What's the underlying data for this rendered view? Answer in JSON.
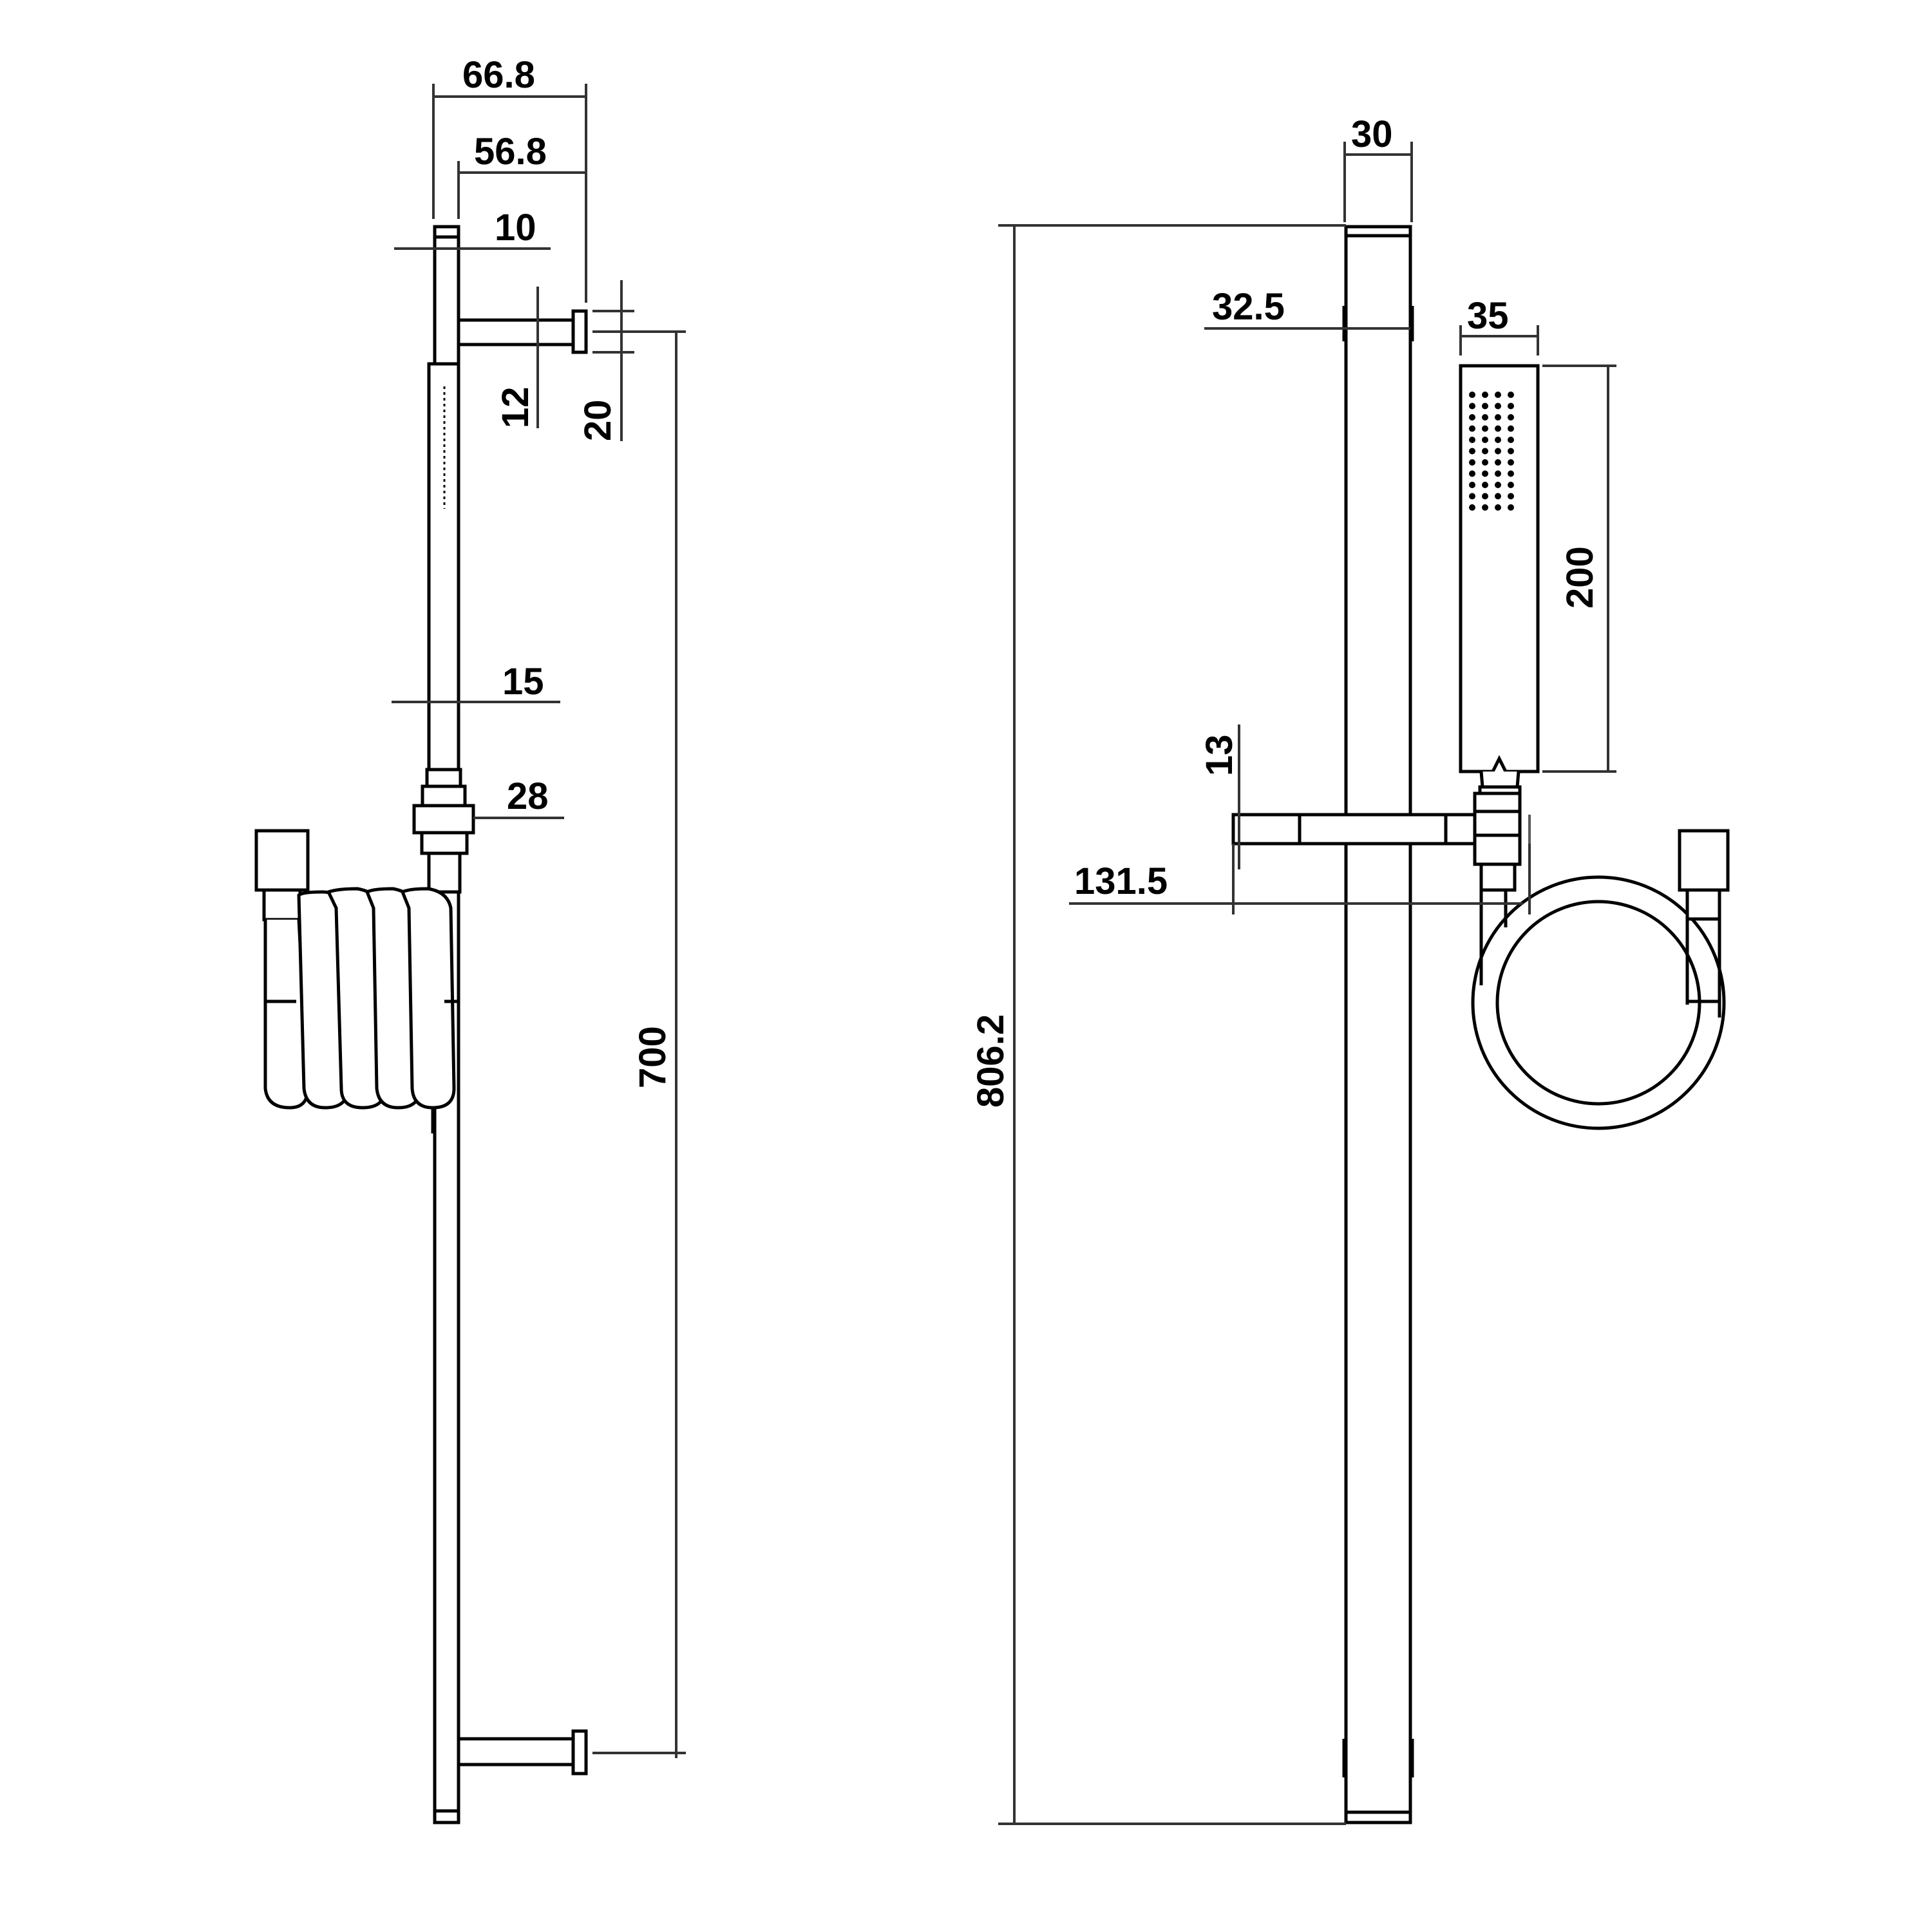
{
  "drawing": {
    "title": "Shower rail kit technical drawing",
    "units": "mm",
    "line_color": "#000000",
    "background": "#ffffff"
  },
  "side_view": {
    "dimensions": {
      "overall_depth": "66.8",
      "bracket_projection": "56.8",
      "rail_thickness": "10",
      "bracket_cap_height": "12",
      "bracket_height": "20",
      "handle_diameter": "15",
      "holder_diameter": "28",
      "bracket_spacing": "700"
    },
    "hose": {
      "type": "coiled",
      "coil_loops": 5
    }
  },
  "front_view": {
    "dimensions": {
      "rail_width": "30",
      "overall_height": "806.2",
      "bracket_width": "32.5",
      "head_width": "35",
      "head_length": "200",
      "arm_height": "13",
      "arm_length": "131.5"
    },
    "nozzle_grid": {
      "columns": 4,
      "rows": 11
    },
    "hose": {
      "type": "looped"
    }
  }
}
